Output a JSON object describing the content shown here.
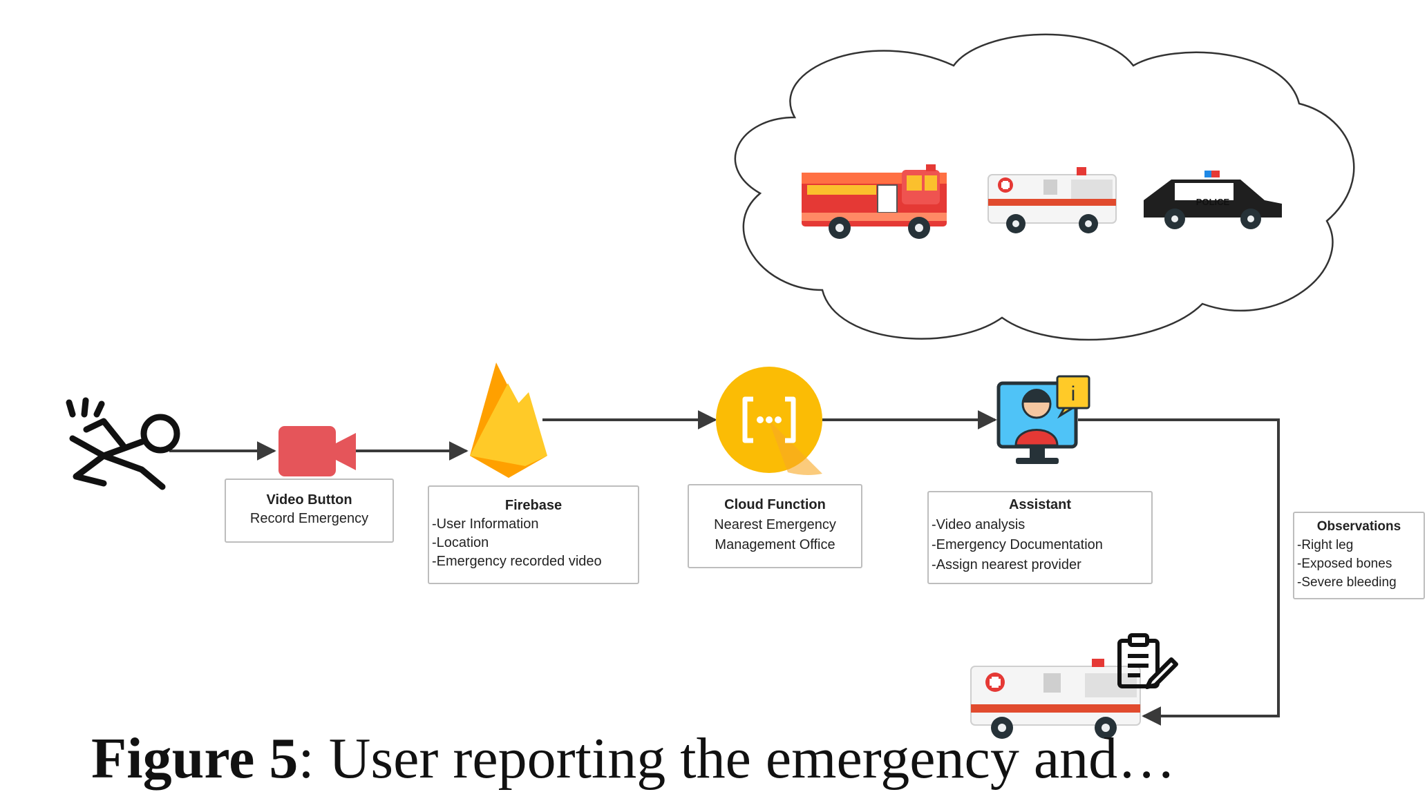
{
  "nodes": {
    "video_button": {
      "title": "Video Button",
      "lines": [
        "Record Emergency"
      ]
    },
    "firebase": {
      "title": "Firebase",
      "lines": [
        "-User Information",
        "-Location",
        "-Emergency recorded video"
      ]
    },
    "cloud_function": {
      "title": "Cloud Function",
      "lines": [
        "Nearest Emergency",
        "Management Office"
      ]
    },
    "assistant": {
      "title": "Assistant",
      "lines": [
        "-Video analysis",
        "-Emergency Documentation",
        "-Assign nearest provider"
      ]
    },
    "observations": {
      "title": "Observations",
      "lines": [
        "-Right leg",
        "-Exposed bones",
        "-Severe bleeding"
      ]
    }
  },
  "icons": {
    "fallen_person": "fallen-person-icon",
    "video_camera": "video-camera-icon",
    "firebase_logo": "firebase-logo-icon",
    "cloud_functions_logo": "cloud-functions-icon",
    "assistant_operator": "assistant-operator-icon",
    "fire_truck": "fire-truck-icon",
    "ambulance": "ambulance-icon",
    "police_car": "police-car-icon",
    "clipboard": "clipboard-icon"
  },
  "police_label": "POLICE",
  "info_badge": "i",
  "caption": {
    "label": "Figure 5",
    "text": "User reporting the emergency and…"
  },
  "colors": {
    "arrow": "#3a3a3a",
    "box_border": "#bdbdbd",
    "camera_red": "#e5555a",
    "firebase_yellow": "#ffca28",
    "firebase_orange": "#f57c00",
    "cloud_yellow": "#fbbc05",
    "fire_red": "#e53935",
    "ambulance_stripe": "#e14b2e"
  }
}
